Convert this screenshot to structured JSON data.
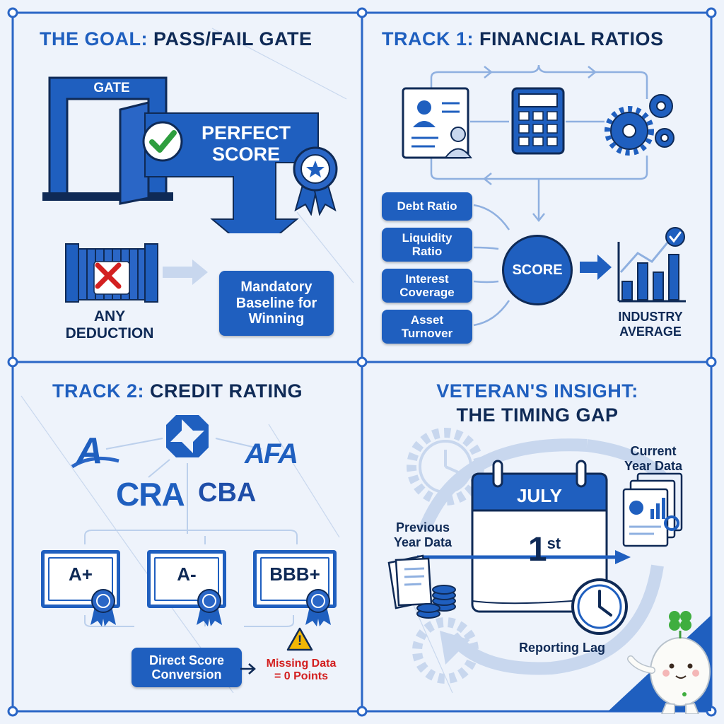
{
  "panel1": {
    "title_hl": "THE GOAL:",
    "title_rest": "PASS/FAIL GATE",
    "gate_label": "GATE",
    "perfect_score": "PERFECT\nSCORE",
    "deduction": "ANY\nDEDUCTION",
    "baseline": "Mandatory\nBaseline for\nWinning"
  },
  "panel2": {
    "title_hl": "TRACK 1:",
    "title_rest": "FINANCIAL RATIOS",
    "ratios": [
      "Debt Ratio",
      "Liquidity\nRatio",
      "Interest\nCoverage",
      "Asset\nTurnover"
    ],
    "score": "SCORE",
    "industry": "INDUSTRY\nAVERAGE"
  },
  "panel3": {
    "title_hl": "TRACK 2:",
    "title_rest": "CREDIT RATING",
    "agencies": [
      "A",
      "AFA",
      "CRA",
      "CBA"
    ],
    "grades": [
      "A+",
      "A-",
      "BBB+"
    ],
    "direct": "Direct Score\nConversion",
    "missing": "Missing Data\n= 0 Points",
    "warning_mark": "!"
  },
  "panel4": {
    "title_line1": "VETERAN'S INSIGHT:",
    "title_line2": "THE TIMING GAP",
    "current": "Current\nYear Data",
    "month": "JULY",
    "day": "1",
    "day_suffix": "st",
    "previous": "Previous\nYear Data",
    "lag": "Reporting Lag"
  },
  "colors": {
    "accent": "#1f5fbf",
    "dark": "#0f2a56",
    "red": "#d32020",
    "green": "#2e9e3e"
  }
}
